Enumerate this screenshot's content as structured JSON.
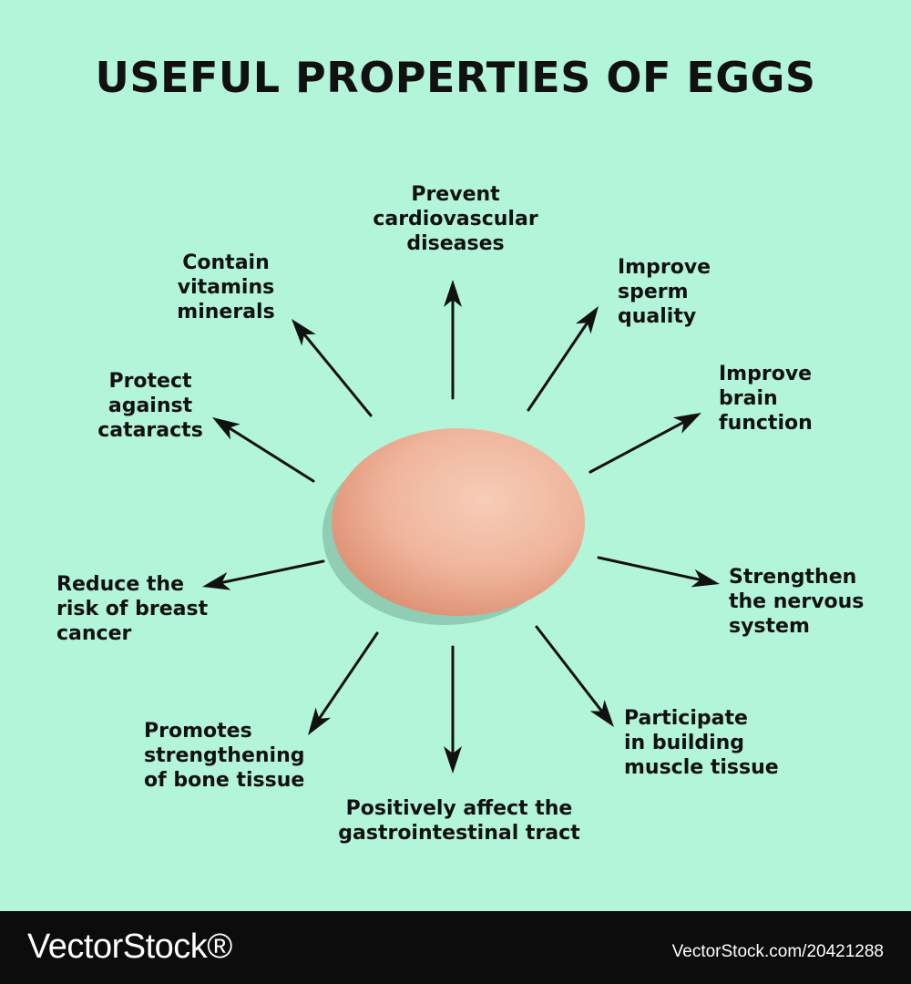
{
  "title": "USEFUL PROPERTIES OF EGGS",
  "center": {
    "icon": "egg-icon"
  },
  "properties": [
    {
      "id": "cardiovascular",
      "text": "Prevent\ncardiovascular\ndiseases"
    },
    {
      "id": "sperm",
      "text": "Improve\nsperm\nquality"
    },
    {
      "id": "brain",
      "text": "Improve\nbrain\nfunction"
    },
    {
      "id": "nervous",
      "text": "Strengthen\nthe nervous\nsystem"
    },
    {
      "id": "muscle",
      "text": "Participate\nin building\nmuscle tissue"
    },
    {
      "id": "gastro",
      "text": "Positively affect the\ngastrointestinal tract"
    },
    {
      "id": "bone",
      "text": "Promotes\nstrengthening\nof bone tissue"
    },
    {
      "id": "breast-cancer",
      "text": "Reduce the\nrisk of breast\ncancer"
    },
    {
      "id": "cataracts",
      "text": "Protect\nagainst\ncataracts"
    },
    {
      "id": "vitamins",
      "text": "Contain\nvitamins\nminerals"
    }
  ],
  "watermark": {
    "brand": "VectorStock®",
    "id": "VectorStock.com/20421288"
  },
  "colors": {
    "background": "#b2f5d8",
    "egg_light": "#f6cdb7",
    "egg_dark": "#dc8c6e",
    "egg_shadow": "#8fcdb4",
    "arrow": "#111111",
    "text": "#111111",
    "footer": "#0c0c0c"
  }
}
